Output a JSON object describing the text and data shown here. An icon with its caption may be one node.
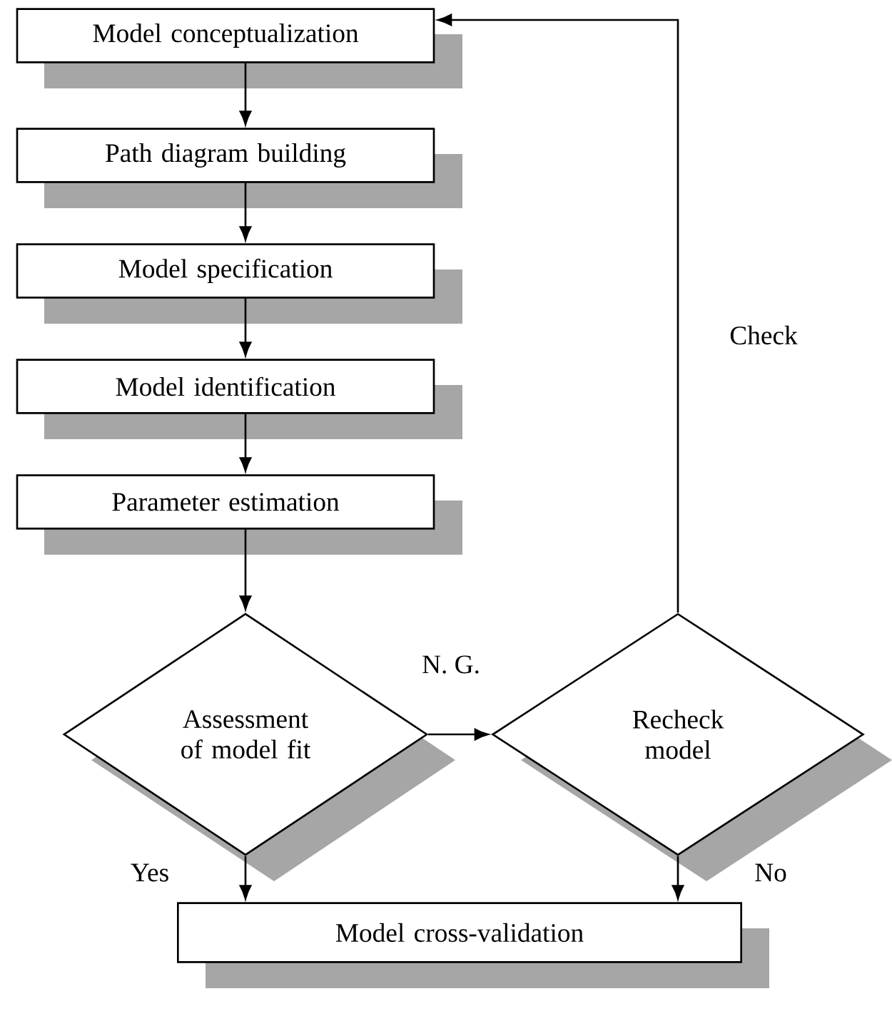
{
  "diagram": {
    "nodes": [
      {
        "text": [
          "Model conceptualization"
        ]
      },
      {
        "text": [
          "Path diagram building"
        ]
      },
      {
        "text": [
          "Model specification"
        ]
      },
      {
        "text": [
          "Model identification"
        ]
      },
      {
        "text": [
          "Parameter estimation"
        ]
      },
      {
        "text": [
          "Assessment of model fit"
        ]
      },
      {
        "text": [
          "Recheck model"
        ]
      },
      {
        "text": [
          "Model cross-validation"
        ]
      }
    ],
    "edges": [
      {
        "from": 0,
        "to": 1,
        "arrow": "to"
      },
      {
        "from": 1,
        "to": 2,
        "arrow": "to"
      },
      {
        "from": 2,
        "to": 3,
        "arrow": "to"
      },
      {
        "from": 3,
        "to": 4,
        "arrow": "to"
      },
      {
        "from": 4,
        "to": 5,
        "arrow": "to"
      },
      {
        "from": 5,
        "to": 6,
        "arrow": "to",
        "label": "N. G."
      },
      {
        "from": 5,
        "to": 7,
        "arrow": "to",
        "label": "Yes"
      },
      {
        "from": 6,
        "to": 7,
        "arrow": "to",
        "label": "No"
      },
      {
        "from": 6,
        "to": 0,
        "arrow": "to",
        "label": "Check"
      }
    ]
  }
}
